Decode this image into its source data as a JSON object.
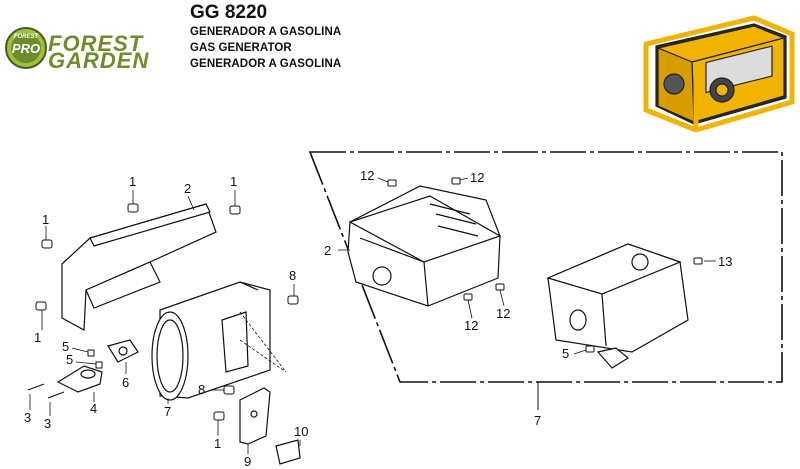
{
  "header": {
    "model": "GG 8220",
    "lines": [
      "GENERADOR A GASOLINA",
      "GAS GENERATOR",
      "GENERADOR A GASOLINA"
    ]
  },
  "logo": {
    "badge": "PRO",
    "badge_small_text": "FOREST",
    "word1": "FOREST",
    "word2": "GARDEN",
    "colors": {
      "green": "#6d8c2a",
      "dark_green": "#3f5f1a",
      "badge_fill": "#9fbf3a"
    }
  },
  "product_icon": "generator-illustration",
  "product_colors": {
    "frame": "#f0b400",
    "body": "#2a2a2a"
  },
  "callouts": {
    "c1a": "1",
    "c2a": "2",
    "c1b": "1",
    "c1c": "1",
    "c1d": "1",
    "c1e": "1",
    "c8a": "8",
    "c5a": "5",
    "c5b": "5",
    "c6": "6",
    "c4": "4",
    "c3a": "3",
    "c3b": "3",
    "c7a": "7",
    "c8b": "8",
    "c9": "9",
    "c10": "10",
    "c12a": "12",
    "c12b": "12",
    "c2b": "2",
    "c12c": "12",
    "c12d": "12",
    "c13": "13",
    "c5c": "5",
    "c7b": "7"
  }
}
